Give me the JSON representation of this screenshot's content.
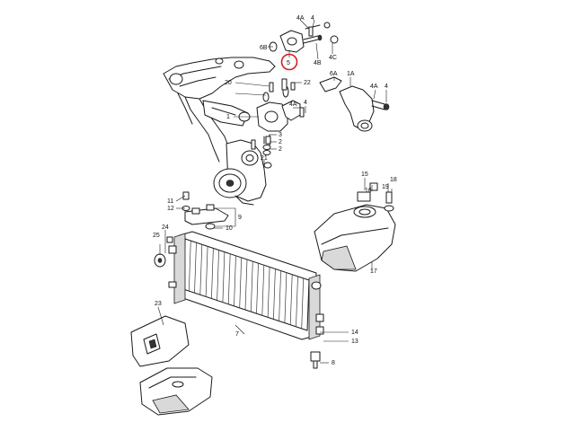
{
  "diagram": {
    "highlight_color": "#d21f1f",
    "highlighted_callout": "5",
    "callouts": {
      "c1": "1",
      "c1A": "1A",
      "c2a": "2",
      "c2b": "2",
      "c3": "3",
      "c4A_top": "4A",
      "c4_top": "4",
      "c4A_right": "4A",
      "c4_right": "4",
      "c4A_mid": "4A",
      "c4_mid": "4",
      "c4B": "4B",
      "c4C": "4C",
      "c5": "5",
      "c6A": "6A",
      "c6B": "6B",
      "c7": "7",
      "c8": "8",
      "c9": "9",
      "c10": "10",
      "c11": "11",
      "c12": "12",
      "c13": "13",
      "c14": "14",
      "c15": "15",
      "c16": "16",
      "c17": "17",
      "c18": "18",
      "c19": "19",
      "c20": "20",
      "c21": "21",
      "c22": "22",
      "c23": "23",
      "c24": "24",
      "c25": "25"
    }
  }
}
